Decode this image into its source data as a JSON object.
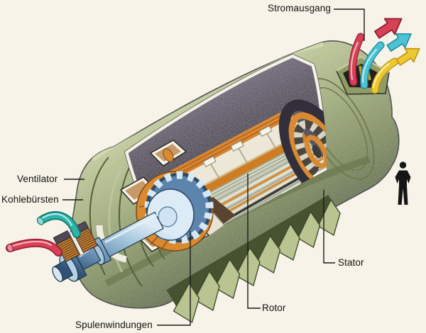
{
  "figure": {
    "description": "Cutaway technical illustration of an electric generator",
    "background_color": "#f7f3e8",
    "labels": {
      "stromausgang": "Stromausgang",
      "ventilator": "Ventilator",
      "kohlebuersten": "Kohlebürsten",
      "spulenwindungen": "Spulenwindungen",
      "rotor": "Rotor",
      "stator": "Stator"
    },
    "colors": {
      "casing_green": "#9dab74",
      "copper_orange": "#d98a30",
      "stator_core_dark": "#322d3c",
      "stator_segment_cream": "#ece7d6",
      "shaft_blue": "#8fb4d0",
      "cable_red": "#d84055",
      "cable_cyan": "#4cc3d4",
      "cable_yellow": "#eec832",
      "cable_teal": "#2db4aa",
      "label_color": "#111111"
    },
    "elements": {
      "scale_figure": "human-silhouette",
      "output_arrows": [
        "red",
        "cyan",
        "yellow"
      ]
    }
  }
}
